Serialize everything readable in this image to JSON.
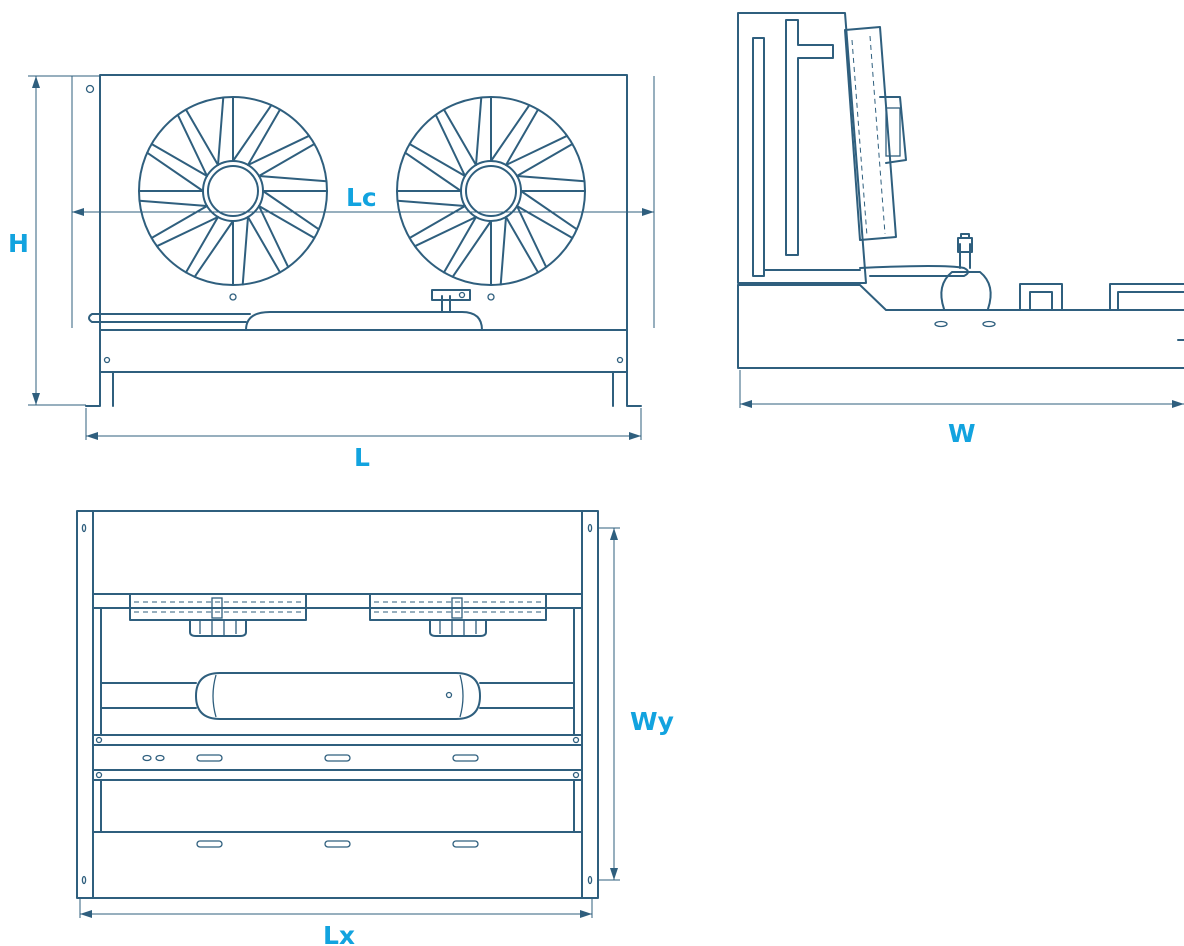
{
  "labels": {
    "height": "H",
    "coil_length": "Lc",
    "length": "L",
    "width": "W",
    "length_x": "Lx",
    "width_y": "Wy"
  },
  "colors": {
    "line": "#2f5f7e",
    "label": "#12a3df"
  }
}
